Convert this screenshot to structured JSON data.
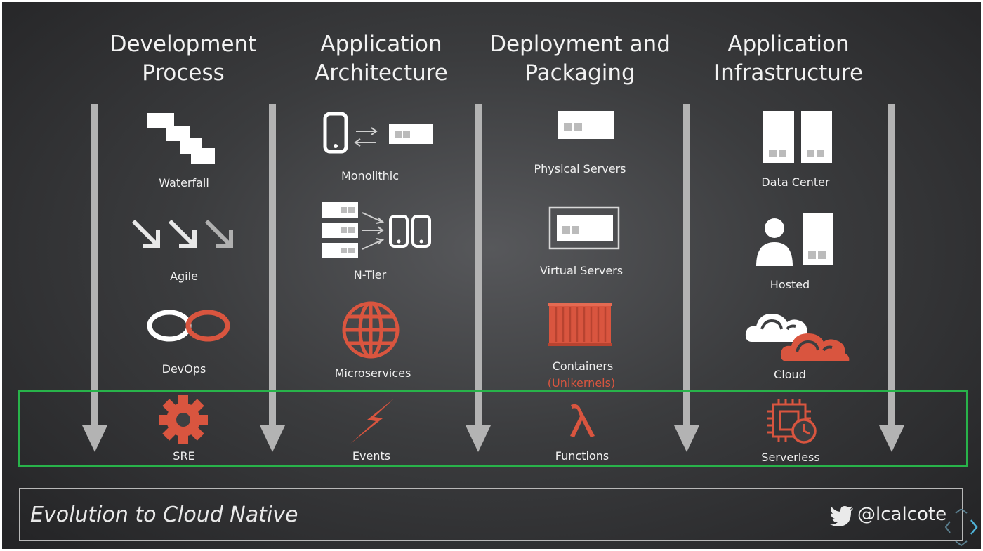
{
  "columns": [
    {
      "heading": "Development\nProcess",
      "items": [
        {
          "label": "Waterfall",
          "icon": "staircase-icon"
        },
        {
          "label": "Agile",
          "icon": "diagonal-arrows-icon"
        },
        {
          "label": "DevOps",
          "icon": "infinity-rings-icon"
        },
        {
          "label": "SRE",
          "icon": "gear-icon"
        }
      ]
    },
    {
      "heading": "Application\nArchitecture",
      "items": [
        {
          "label": "Monolithic",
          "icon": "phone-server-exchange-icon"
        },
        {
          "label": "N-Tier",
          "icon": "server-stack-phones-icon"
        },
        {
          "label": "Microservices",
          "icon": "globe-icon"
        },
        {
          "label": "Events",
          "icon": "lightning-icon"
        }
      ]
    },
    {
      "heading": "Deployment and\nPackaging",
      "items": [
        {
          "label": "Physical Servers",
          "icon": "server-icon"
        },
        {
          "label": "Virtual Servers",
          "icon": "framed-server-icon"
        },
        {
          "label": "Containers",
          "sublabel": "(Unikernels)",
          "icon": "shipping-container-icon"
        },
        {
          "label": "Functions",
          "icon": "lambda-icon"
        }
      ]
    },
    {
      "heading": "Application\nInfrastructure",
      "items": [
        {
          "label": "Data Center",
          "icon": "server-racks-icon"
        },
        {
          "label": "Hosted",
          "icon": "person-server-icon"
        },
        {
          "label": "Cloud",
          "icon": "clouds-icon"
        },
        {
          "label": "Serverless",
          "icon": "chip-clock-icon"
        }
      ]
    }
  ],
  "footer": {
    "title": "Evolution to Cloud Native",
    "handle": "@lcalcote",
    "icons": [
      "twitter-bird-icon",
      "slide-nav-icon"
    ]
  },
  "colors": {
    "accent": "#d9553f",
    "highlight": "#28b34a",
    "arrow": "#b3b3b3",
    "text": "#f0f0f0"
  }
}
